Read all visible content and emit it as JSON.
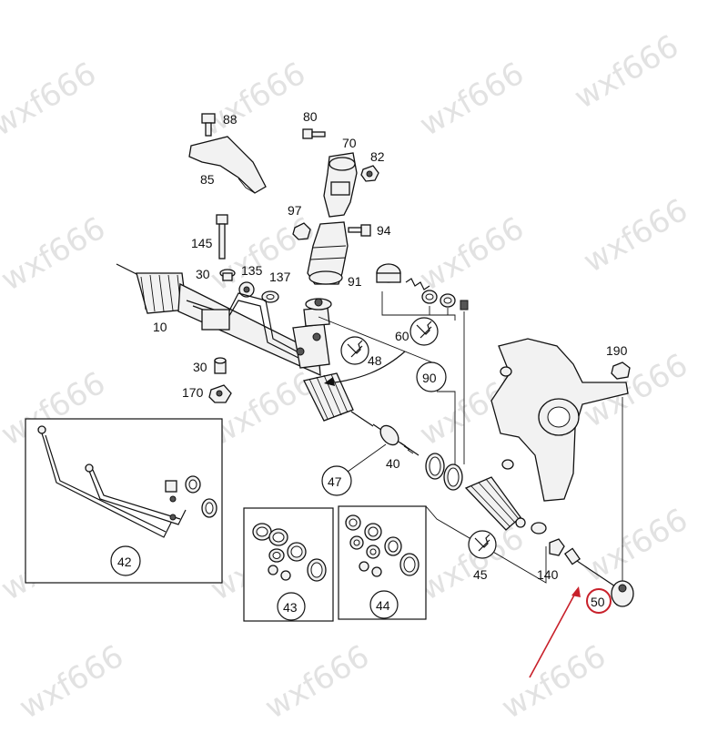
{
  "watermark": "wxf666",
  "accent_color": "#c8202a",
  "labels": {
    "p88": "88",
    "p85": "85",
    "p80": "80",
    "p70": "70",
    "p82": "82",
    "p97": "97",
    "p94": "94",
    "p91": "91",
    "p145": "145",
    "p30a": "30",
    "p135": "135",
    "p137": "137",
    "p10": "10",
    "p60": "60",
    "p48": "48",
    "p30b": "30",
    "p170": "170",
    "p90": "90",
    "p190": "190",
    "p47": "47",
    "p40": "40",
    "p42": "42",
    "p43": "43",
    "p44": "44",
    "p45": "45",
    "p140": "140",
    "p50": "50"
  },
  "icons": {
    "wrench": "wrench-icon",
    "pointer": "red-arrow-icon"
  }
}
